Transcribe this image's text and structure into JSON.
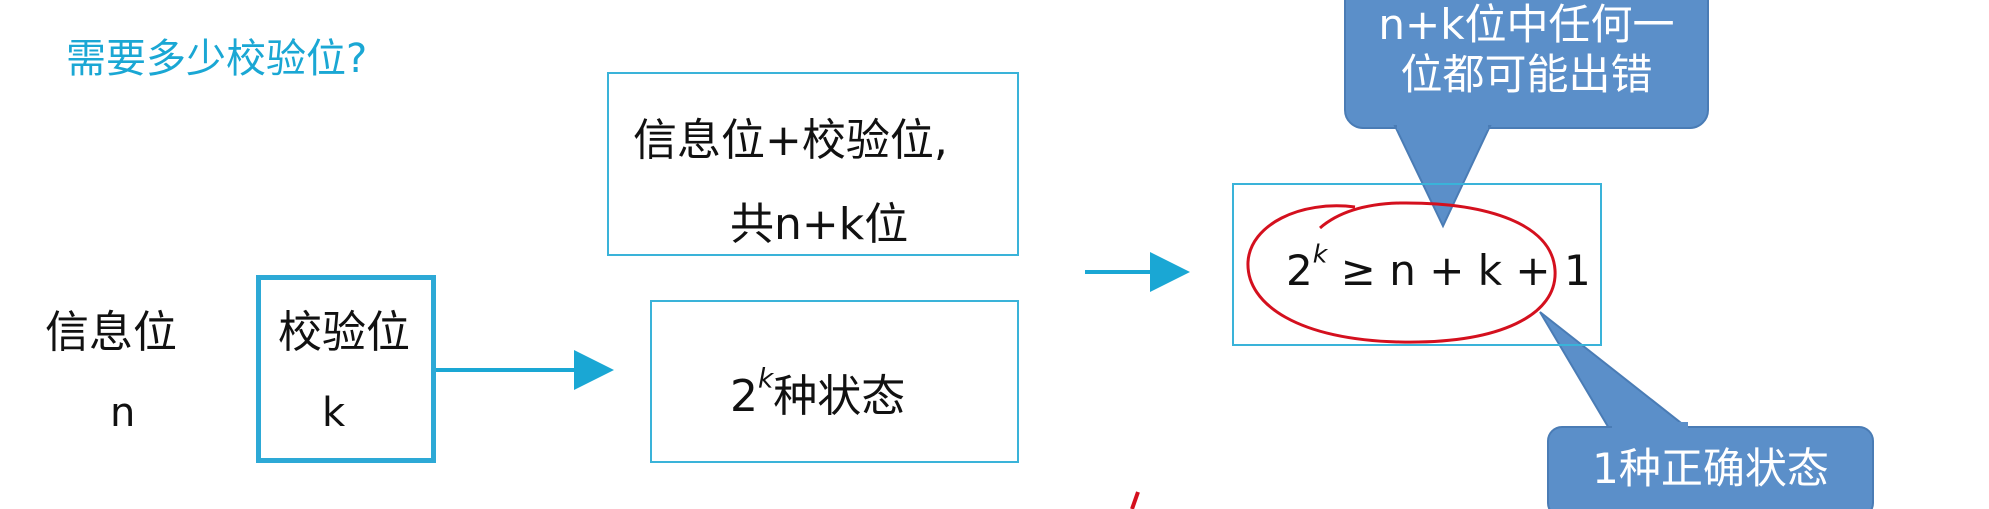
{
  "title": "需要多少校验位?",
  "info_bits": {
    "label": "信息位",
    "var": "n"
  },
  "check_bits": {
    "label": "校验位",
    "var": "k"
  },
  "combined_box": {
    "line1": "信息位+校验位,",
    "line2": "共n+k位"
  },
  "states_box": {
    "base": "2",
    "exp": "k",
    "text": "种状态"
  },
  "formula": {
    "base": "2",
    "exp": "k",
    "rest": " ≥ n + k + 1"
  },
  "callout_top": {
    "line1": "n+k位中任何一",
    "line2": "位都可能出错"
  },
  "callout_bottom": {
    "text": "1种正确状态"
  },
  "colors": {
    "accent": "#1aa7d4",
    "callout": "#5b8fc9",
    "annotation": "#d4101e"
  }
}
